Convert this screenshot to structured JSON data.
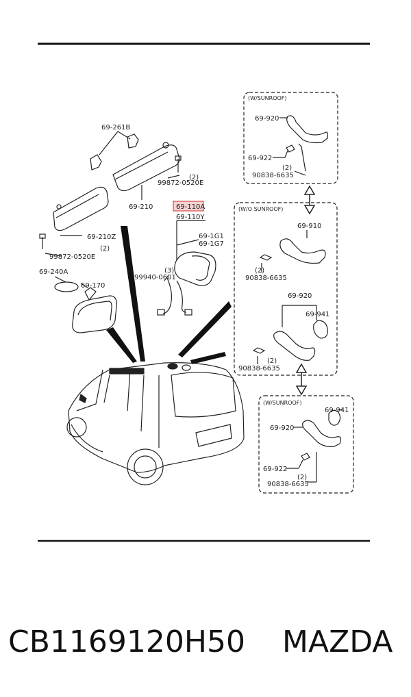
{
  "labels": {
    "visor_clip": "69-261B",
    "bolt_right": "99872-0520E",
    "bolt_right_qty": "(2)",
    "visor_right": "69-210",
    "visor_left": "69-210Z",
    "bolt_left": "99872-0520E",
    "bolt_left_qty": "(2)",
    "mirror_cover": "69-240A",
    "rear_mirror": "69-170",
    "highlight_part": "69-110A",
    "lamp_part": "69-110Y",
    "lamp_g1": "69-1G1",
    "lamp_g7": "69-1G7",
    "connector_part": "99940-0601",
    "connector_qty": "(3)"
  },
  "box_top": {
    "title": "(W/SUNROOF)",
    "grip": "69-920",
    "cap": "69-922",
    "screw_qty": "(2)",
    "screw": "90838-6635"
  },
  "box_mid": {
    "title": "(W/O SUNROOF)",
    "grip_upper": "69-910",
    "screw_upper_qty": "(2)",
    "screw_upper": "90838-6635",
    "grip_lower": "69-920",
    "hook": "69-941",
    "screw_lower_qty": "(2)",
    "screw_lower": "90838-6635"
  },
  "box_bottom": {
    "title": "(W/SUNROOF)",
    "hook": "69-941",
    "grip": "69-920",
    "cap": "69-922",
    "screw_qty": "(2)",
    "screw": "90838-6635"
  },
  "footer": {
    "part_number": "CB1169120H50",
    "brand": "MAZDA"
  },
  "colors": {
    "highlight_fill": "#f6d2d2",
    "highlight_stroke": "#d94848"
  }
}
